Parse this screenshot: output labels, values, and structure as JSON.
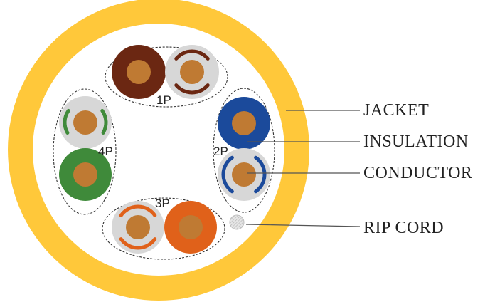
{
  "colors": {
    "jacket": "#FFC83A",
    "inner": "#FFFFFF",
    "conductor": "#BF7A33",
    "white_insulation": "#D7D7D7",
    "brown": "#6B2712",
    "blue": "#1B4A9B",
    "orange": "#E0611A",
    "green": "#3F8A3A",
    "rip_cord": "#CFCFCF",
    "line": "#555555",
    "label": "#222222"
  },
  "pairs": [
    {
      "id": "1p",
      "label": "1P",
      "color_key": "brown"
    },
    {
      "id": "2p",
      "label": "2P",
      "color_key": "blue"
    },
    {
      "id": "3p",
      "label": "3P",
      "color_key": "orange"
    },
    {
      "id": "4p",
      "label": "4P",
      "color_key": "green"
    }
  ],
  "callouts": {
    "jacket": "JACKET",
    "insulation": "INSULATION",
    "conductor": "CONDUCTOR",
    "rip_cord": "RIP CORD"
  }
}
